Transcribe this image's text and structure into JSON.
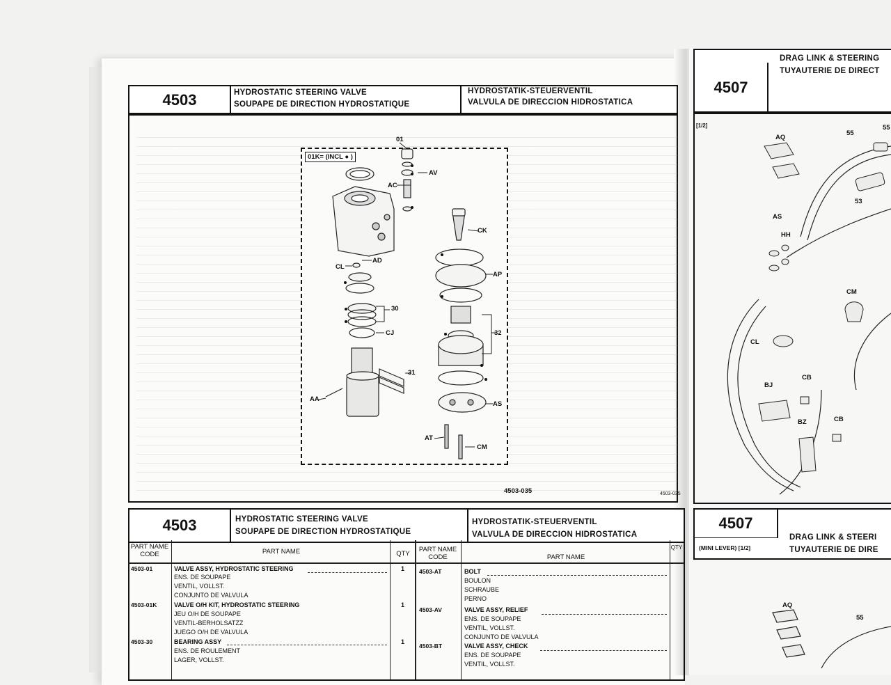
{
  "top_section": {
    "code": "4503",
    "title_en": "HYDROSTATIC STEERING VALVE",
    "title_fr": "SOUPAPE DE DIRECTION HYDROSTATIQUE",
    "title_de": "HYDROSTATIK-STEUERVENTIL",
    "title_es": "VALVULA DE DIRECCION HIDROSTATICA"
  },
  "diagram": {
    "kit_label": "01K= (INCL ● )",
    "figure_number": "4503-035",
    "corner_number": "4503-035",
    "callouts": [
      "01",
      "AV",
      "AC",
      "CK",
      "AD",
      "CL",
      "AP",
      "30",
      "CJ",
      "32",
      "31",
      "AA",
      "AS",
      "AT",
      "CM"
    ]
  },
  "bottom_section": {
    "code": "4503",
    "title_en": "HYDROSTATIC STEERING VALVE",
    "title_fr": "SOUPAPE DE DIRECTION HYDROSTATIQUE",
    "title_de": "HYDROSTATIK-STEUERVENTIL",
    "title_es": "VALVULA DE DIRECCION HIDROSTATICA",
    "columns": {
      "part_name_code": "PART NAME CODE",
      "part_name": "PART NAME",
      "qty": "QTY"
    },
    "left_rows": [
      {
        "code": "4503-01",
        "name": "VALVE ASSY, HYDROSTATIC STEERING",
        "qty": "1",
        "sub": [
          "ENS. DE SOUPAPE",
          "VENTIL, VOLLST.",
          "CONJUNTO DE VALVULA"
        ]
      },
      {
        "code": "4503-01K",
        "name": "VALVE O/H KIT, HYDROSTATIC STEERING",
        "qty": "1",
        "sub": [
          "JEU O/H DE SOUPAPE",
          "VENTIL-BERHOLSATZZ",
          "JUEGO O/H DE VALVULA"
        ]
      },
      {
        "code": "4503-30",
        "name": "BEARING ASSY",
        "qty": "1",
        "sub": [
          "ENS. DE ROULEMENT",
          "LAGER, VOLLST."
        ]
      }
    ],
    "right_rows": [
      {
        "code": "4503-AT",
        "name": "BOLT",
        "qty": "",
        "sub": [
          "BOULON",
          "SCHRAUBE",
          "PERNO"
        ]
      },
      {
        "code": "4503-AV",
        "name": "VALVE ASSY, RELIEF",
        "qty": "",
        "sub": [
          "ENS. DE SOUPAPE",
          "VENTIL, VOLLST.",
          "CONJUNTO DE VALVULA"
        ]
      },
      {
        "code": "4503-BT",
        "name": "VALVE ASSY, CHECK",
        "qty": "",
        "sub": [
          "ENS. DE SOUPAPE",
          "VENTIL, VOLLST."
        ]
      }
    ]
  },
  "right_page": {
    "top_code": "4507",
    "top_title_en": "DRAG LINK & STEERING",
    "top_title_fr": "TUYAUTERIE DE DIRECT",
    "ref": "[1/2]",
    "labels": [
      "AQ",
      "55",
      "55",
      "53",
      "AS",
      "HH",
      "CM",
      "CL",
      "BJ",
      "CB",
      "BZ",
      "CB"
    ],
    "bottom_code": "4507",
    "bottom_title_en": "DRAG LINK & STEERI",
    "bottom_title_fr": "TUYAUTERIE DE DIRE",
    "bottom_ref": "(MINI LEVER) [1/2]",
    "bottom_labels": [
      "AQ",
      "55"
    ]
  }
}
